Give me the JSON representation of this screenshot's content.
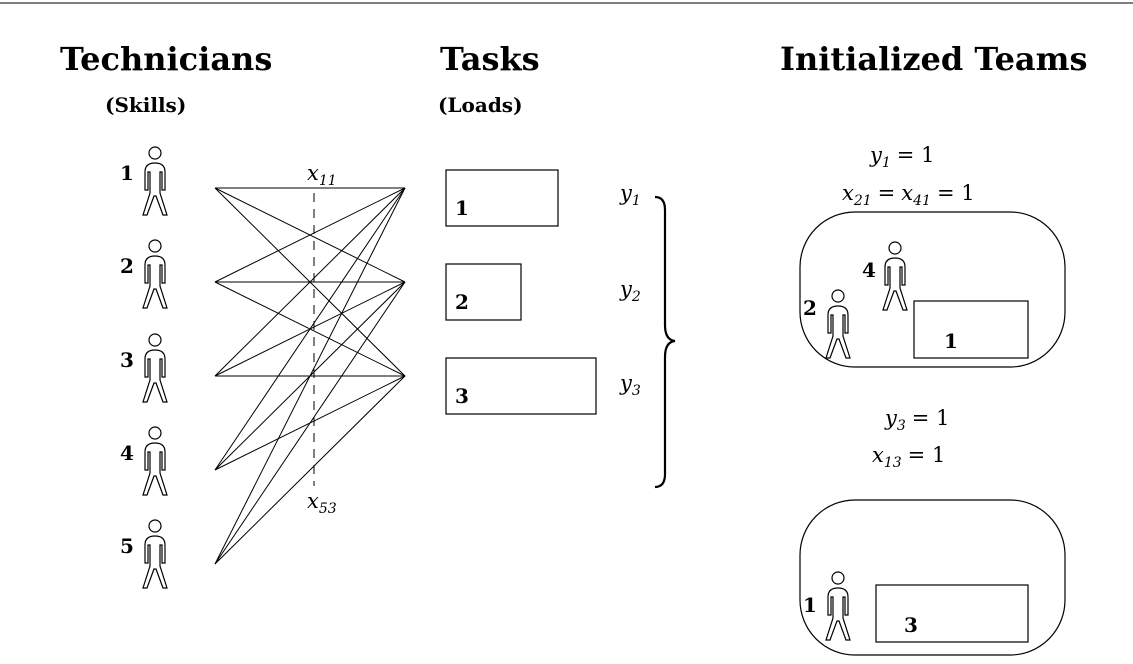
{
  "headers": {
    "technicians": "Technicians",
    "technicians_sub": "(Skills)",
    "tasks": "Tasks",
    "tasks_sub": "(Loads)",
    "teams": "Initialized Teams"
  },
  "technicians": [
    "1",
    "2",
    "3",
    "4",
    "5"
  ],
  "tasks": [
    "1",
    "2",
    "3"
  ],
  "task_vars": [
    {
      "base": "y",
      "sub": "1"
    },
    {
      "base": "y",
      "sub": "2"
    },
    {
      "base": "y",
      "sub": "3"
    }
  ],
  "edge_labels": {
    "top": {
      "base": "x",
      "sub": "11"
    },
    "bottom": {
      "base": "x",
      "sub": "53"
    }
  },
  "teams": [
    {
      "eq1": {
        "base": "y",
        "sub": "1",
        "rhs": "= 1"
      },
      "eq2": {
        "parts": [
          {
            "base": "x",
            "sub": "21"
          },
          {
            "base": "x",
            "sub": "41"
          }
        ],
        "rhs": "= 1"
      },
      "members": [
        "2",
        "4"
      ],
      "task": "1"
    },
    {
      "eq1": {
        "base": "y",
        "sub": "3",
        "rhs": "= 1"
      },
      "eq2": {
        "parts": [
          {
            "base": "x",
            "sub": "13"
          }
        ],
        "rhs": "= 1"
      },
      "members": [
        "1"
      ],
      "task": "3"
    }
  ]
}
